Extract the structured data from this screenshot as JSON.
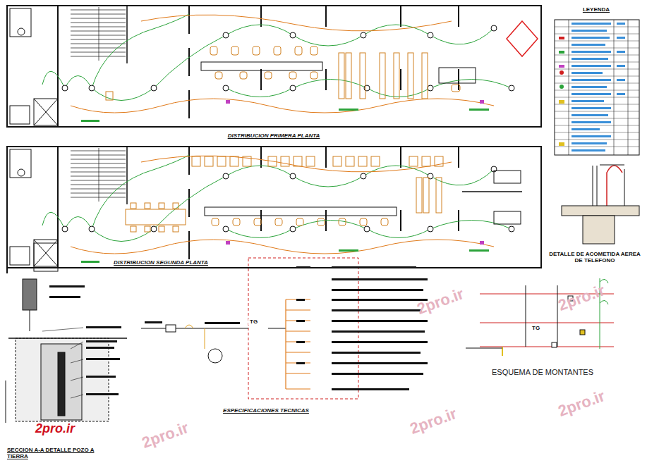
{
  "diagram": {
    "nodes": [
      {
        "text": [
          "DISTRIBUCION PRIMERA PLANTA"
        ]
      },
      {
        "text": [
          "DISTRIBUCION SEGUNDA PLANTA"
        ]
      },
      {
        "text": [
          "LEYENDA"
        ]
      },
      {
        "text": [
          "ESPECIFICACIONES TECNICAS"
        ]
      }
    ],
    "labels": [
      "TG",
      "TG",
      "DETALLE DE ACOMETIDA AEREA DE TELEFONO",
      "SECCION A-A DETALLE POZO A TIERRA",
      "ESQUEMA DE MONTANTES",
      "2pro.ir",
      "2pro.ir",
      "2pro.ir",
      "2pro.ir",
      "2pro.ir",
      "2pro.ir"
    ]
  }
}
